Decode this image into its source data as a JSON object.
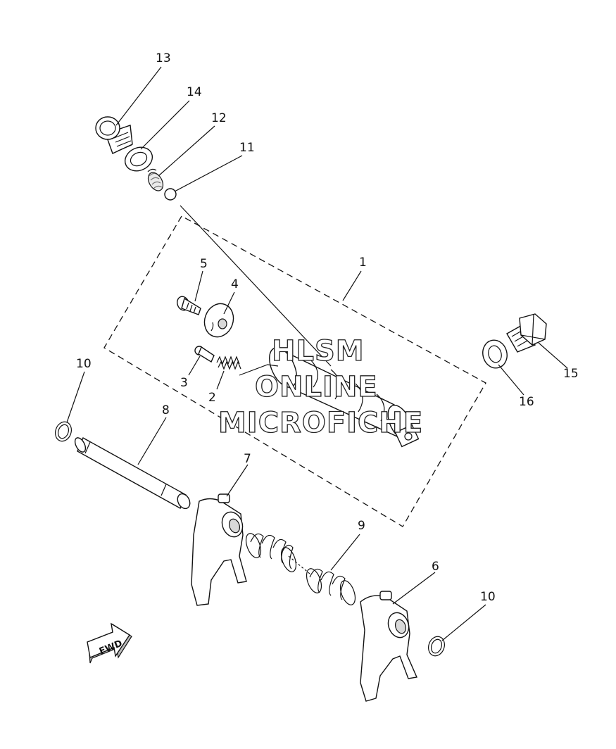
{
  "callouts": {
    "c1": "1",
    "c2": "2",
    "c3": "3",
    "c4": "4",
    "c5": "5",
    "c6": "6",
    "c7": "7",
    "c8": "8",
    "c9": "9",
    "c10a": "10",
    "c10b": "10",
    "c11": "11",
    "c12": "12",
    "c13": "13",
    "c14": "14",
    "c15": "15",
    "c16": "16"
  },
  "watermark": {
    "line1": "HLSM",
    "line2": "ONLINE",
    "line3": "MICROFICHE"
  },
  "direction_badge": "FWD",
  "colors": {
    "ink": "#111111",
    "paper": "#ffffff",
    "shade": "#d8d8d8"
  }
}
